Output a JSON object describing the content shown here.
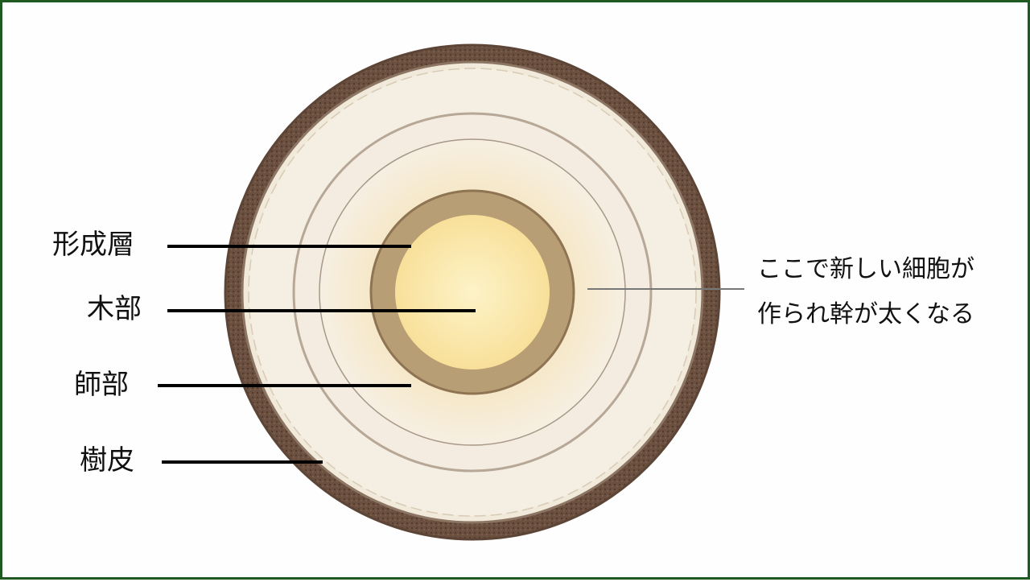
{
  "labels": {
    "cambium": "形成層",
    "xylem": "木部",
    "phloem": "師部",
    "bark": "樹皮"
  },
  "note": {
    "line1": "ここで新しい細胞が",
    "line2": "作られ幹が太くなる"
  },
  "colors": {
    "frame": "#1f5a22",
    "bark": "#6e5444",
    "phloem": "#f3ebdc",
    "cambium_ring": "#b49a72",
    "xylem_core": "#fbe9a8"
  }
}
